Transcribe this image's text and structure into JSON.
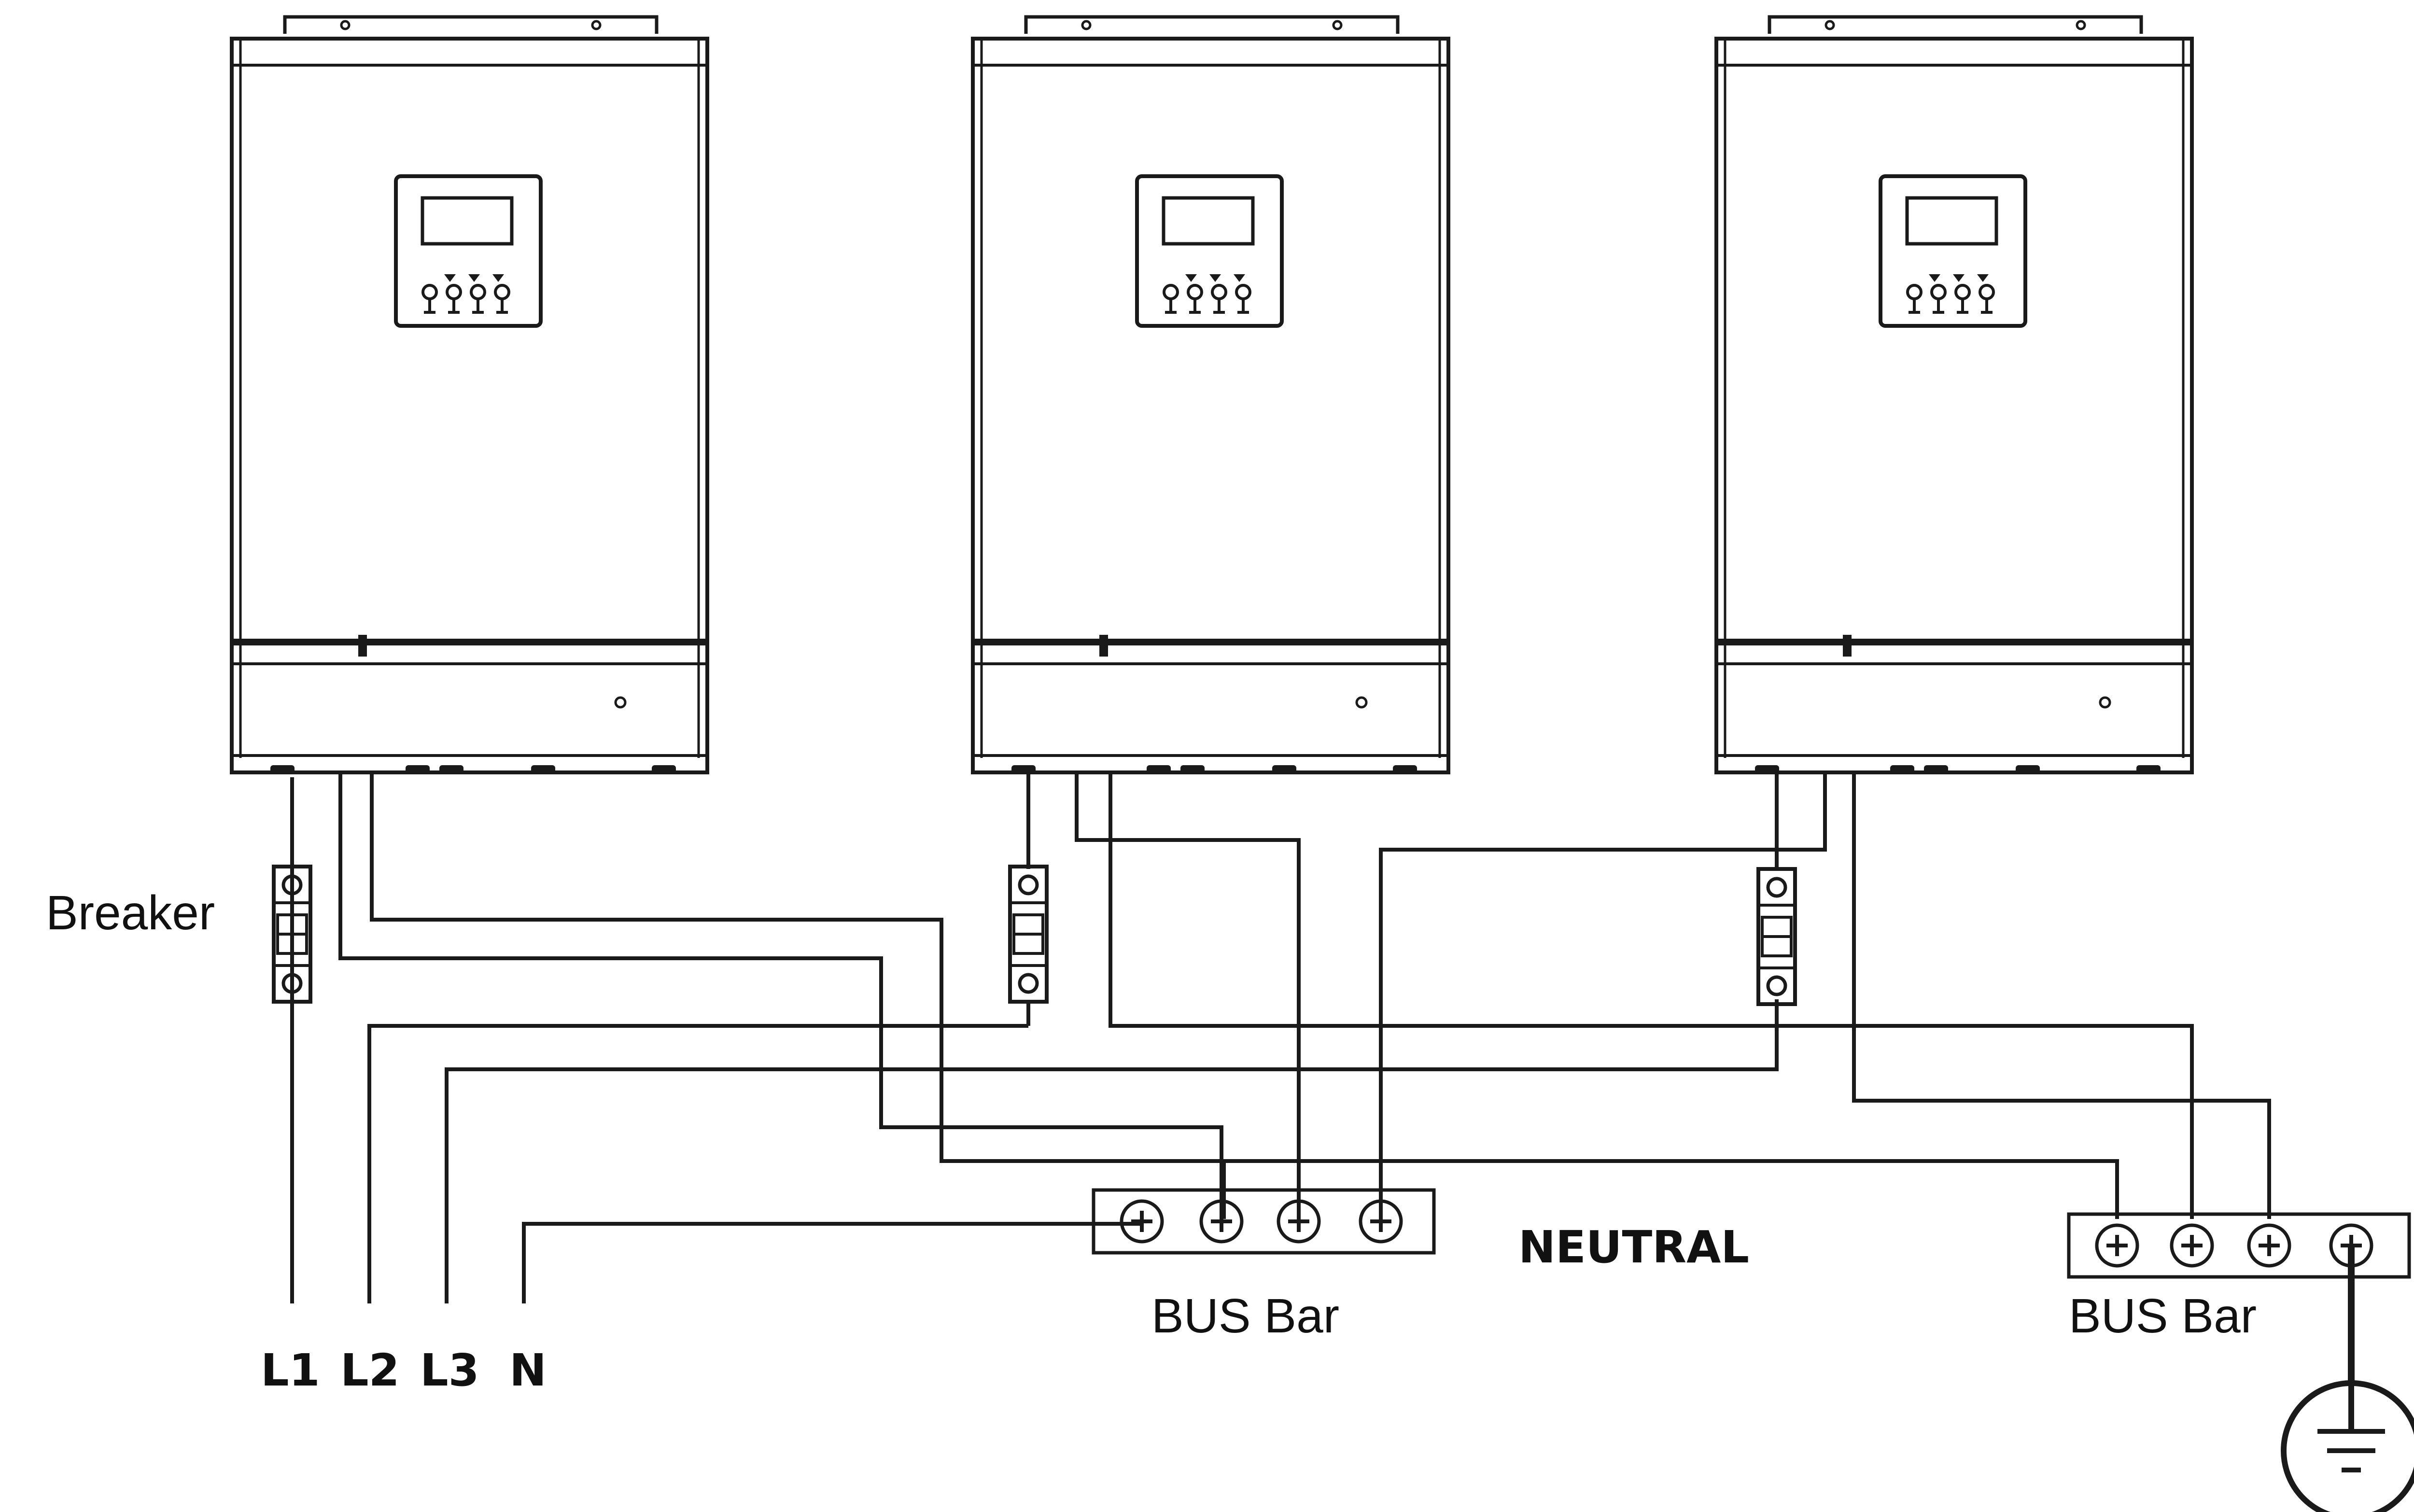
{
  "labels": {
    "breaker": "Breaker",
    "neutral": "NEUTRAL",
    "bus_bar_neutral": "BUS Bar",
    "bus_bar_ground": "BUS Bar",
    "terminal_l1": "L1",
    "terminal_l2": "L2",
    "terminal_l3": "L3",
    "terminal_n": "N"
  },
  "inverters": [
    {
      "name": "inverter-1"
    },
    {
      "name": "inverter-2"
    },
    {
      "name": "inverter-3"
    }
  ],
  "colors": {
    "line": "#1a1a1a",
    "background": "#ffffff"
  },
  "icons": [
    "breaker-icon",
    "screw-terminal-icon",
    "ground-icon",
    "lcd-display-icon",
    "button-icon"
  ]
}
